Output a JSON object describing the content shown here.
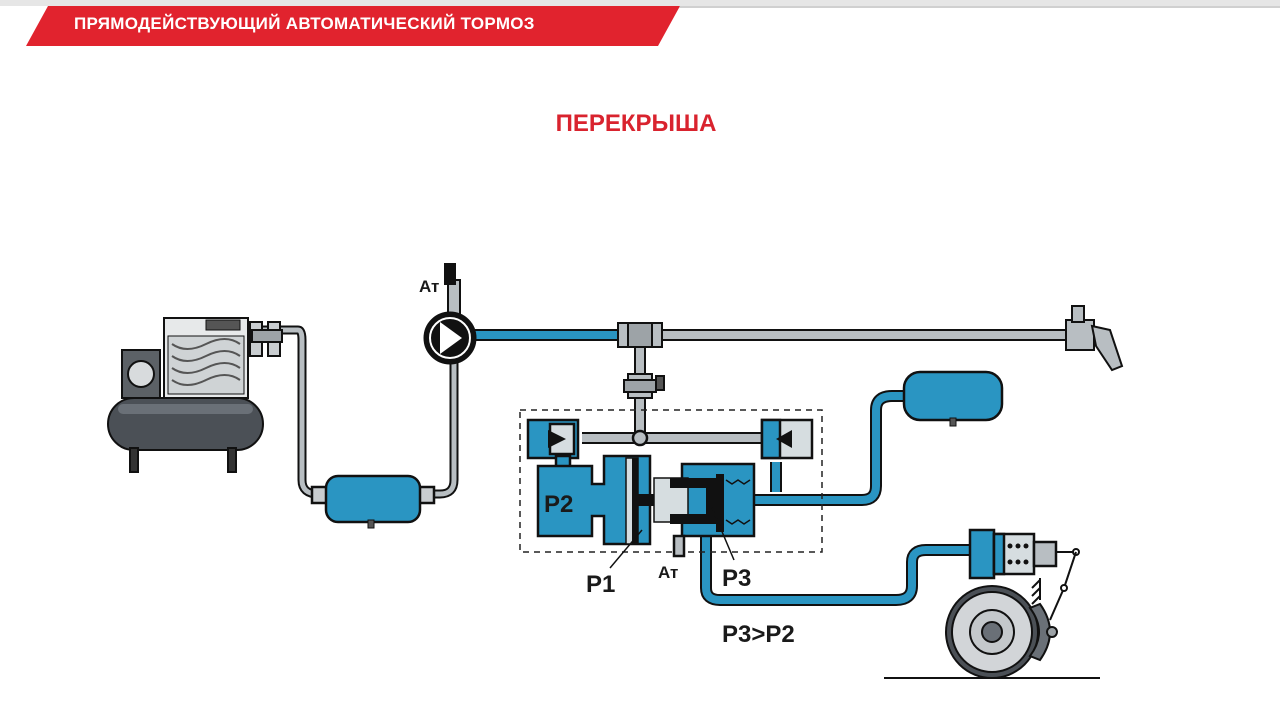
{
  "header": {
    "title": "ПРЯМОДЕЙСТВУЮЩИЙ АВТОМАТИЧЕСКИЙ ТОРМОЗ"
  },
  "subtitle": "ПЕРЕКРЫША",
  "labels": {
    "at_top": "Ат",
    "p1": "P1",
    "p2": "P2",
    "p3": "P3",
    "at_bottom": "Ат",
    "relation": "P3>P2"
  },
  "colors": {
    "accent_red": "#e1232e",
    "air_blue": "#2a95c2",
    "pipe_gray": "#b8bec2",
    "outline": "#111111"
  }
}
